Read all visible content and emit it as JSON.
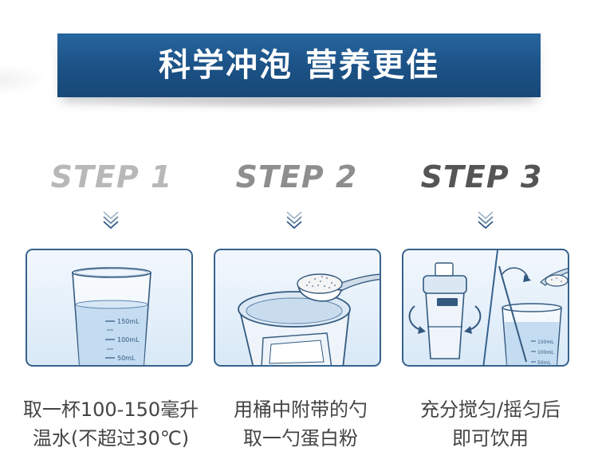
{
  "banner": {
    "title": "科学冲泡 营养更佳"
  },
  "steps": [
    {
      "label": "STEP 1",
      "caption_line1": "取一杯100-150毫升",
      "caption_line2": "温水(不超过30℃)",
      "glass_marks": [
        "150mL",
        "100mL",
        "50mL"
      ]
    },
    {
      "label": "STEP 2",
      "caption_line1": "用桶中附带的勺",
      "caption_line2": "取一勺蛋白粉"
    },
    {
      "label": "STEP 3",
      "caption_line1": "充分搅匀/摇匀后",
      "caption_line2": "即可饮用",
      "glass_marks": [
        "150mL",
        "100mL",
        "50mL"
      ]
    }
  ],
  "colors": {
    "banner": "#1c5287",
    "panel_border": "#37628d",
    "step1": "#b8b8b8",
    "step2": "#8e8e8e",
    "step3": "#555555",
    "caption": "#444444"
  },
  "icons": [
    "chevron-double-down-icon",
    "glass-icon",
    "scoop-icon",
    "powder-tub-icon",
    "shaker-icon",
    "stir-spoon-icon"
  ]
}
